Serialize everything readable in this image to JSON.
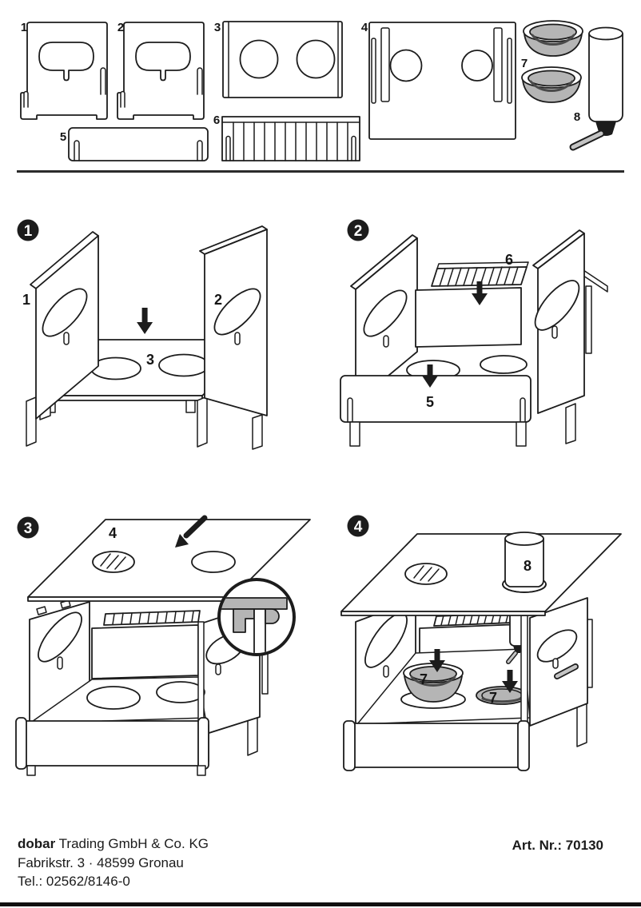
{
  "page": {
    "background": "#ffffff",
    "ink": "#1c1c1c",
    "accent_gray": "#b5b5b5"
  },
  "parts": {
    "labels": [
      "1",
      "2",
      "3",
      "4",
      "5",
      "6",
      "7",
      "8"
    ]
  },
  "steps": [
    {
      "number": "1",
      "callouts": [
        "1",
        "2",
        "3"
      ]
    },
    {
      "number": "2",
      "callouts": [
        "6",
        "5"
      ]
    },
    {
      "number": "3",
      "callouts": [
        "4"
      ]
    },
    {
      "number": "4",
      "callouts": [
        "8",
        "7",
        "7"
      ]
    }
  ],
  "footer": {
    "company_bold": "dobar",
    "company_rest": " Trading GmbH & Co. KG",
    "address": "Fabrikstr. 3 · 48599 Gronau",
    "phone": "Tel.: 02562/8146-0",
    "art_number": "Art. Nr.: 70130"
  }
}
